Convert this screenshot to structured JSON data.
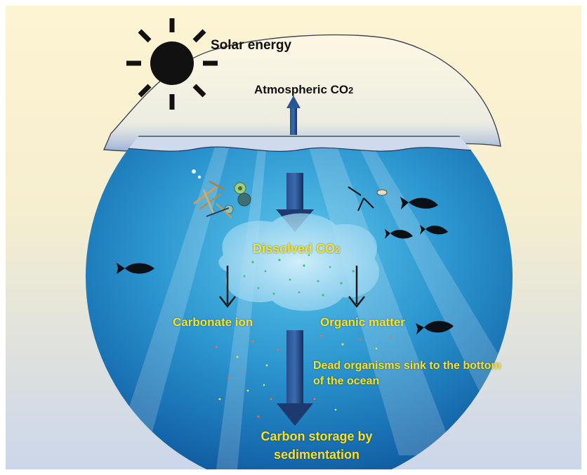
{
  "labels": {
    "solar_energy": "Solar energy",
    "atmospheric_co2": "Atmospheric CO",
    "atmospheric_co2_sub": "2",
    "dissolved_co2": "Dissolved CO",
    "dissolved_co2_sub": "2",
    "carbonate_ion": "Carbonate ion",
    "organic_matter": "Organic matter",
    "dead_organisms": "Dead organisms sink to the bottom of the ocean",
    "carbon_storage": "Carbon storage by sedimentation"
  },
  "colors": {
    "sky_top": "#fbf0c6",
    "sky_bottom": "#c9d4e8",
    "ocean_top": "#3fb3de",
    "ocean_deep": "#0a4f92",
    "label_yellow": "#ffe11a",
    "arrow_navy": "#1c3a6e"
  }
}
